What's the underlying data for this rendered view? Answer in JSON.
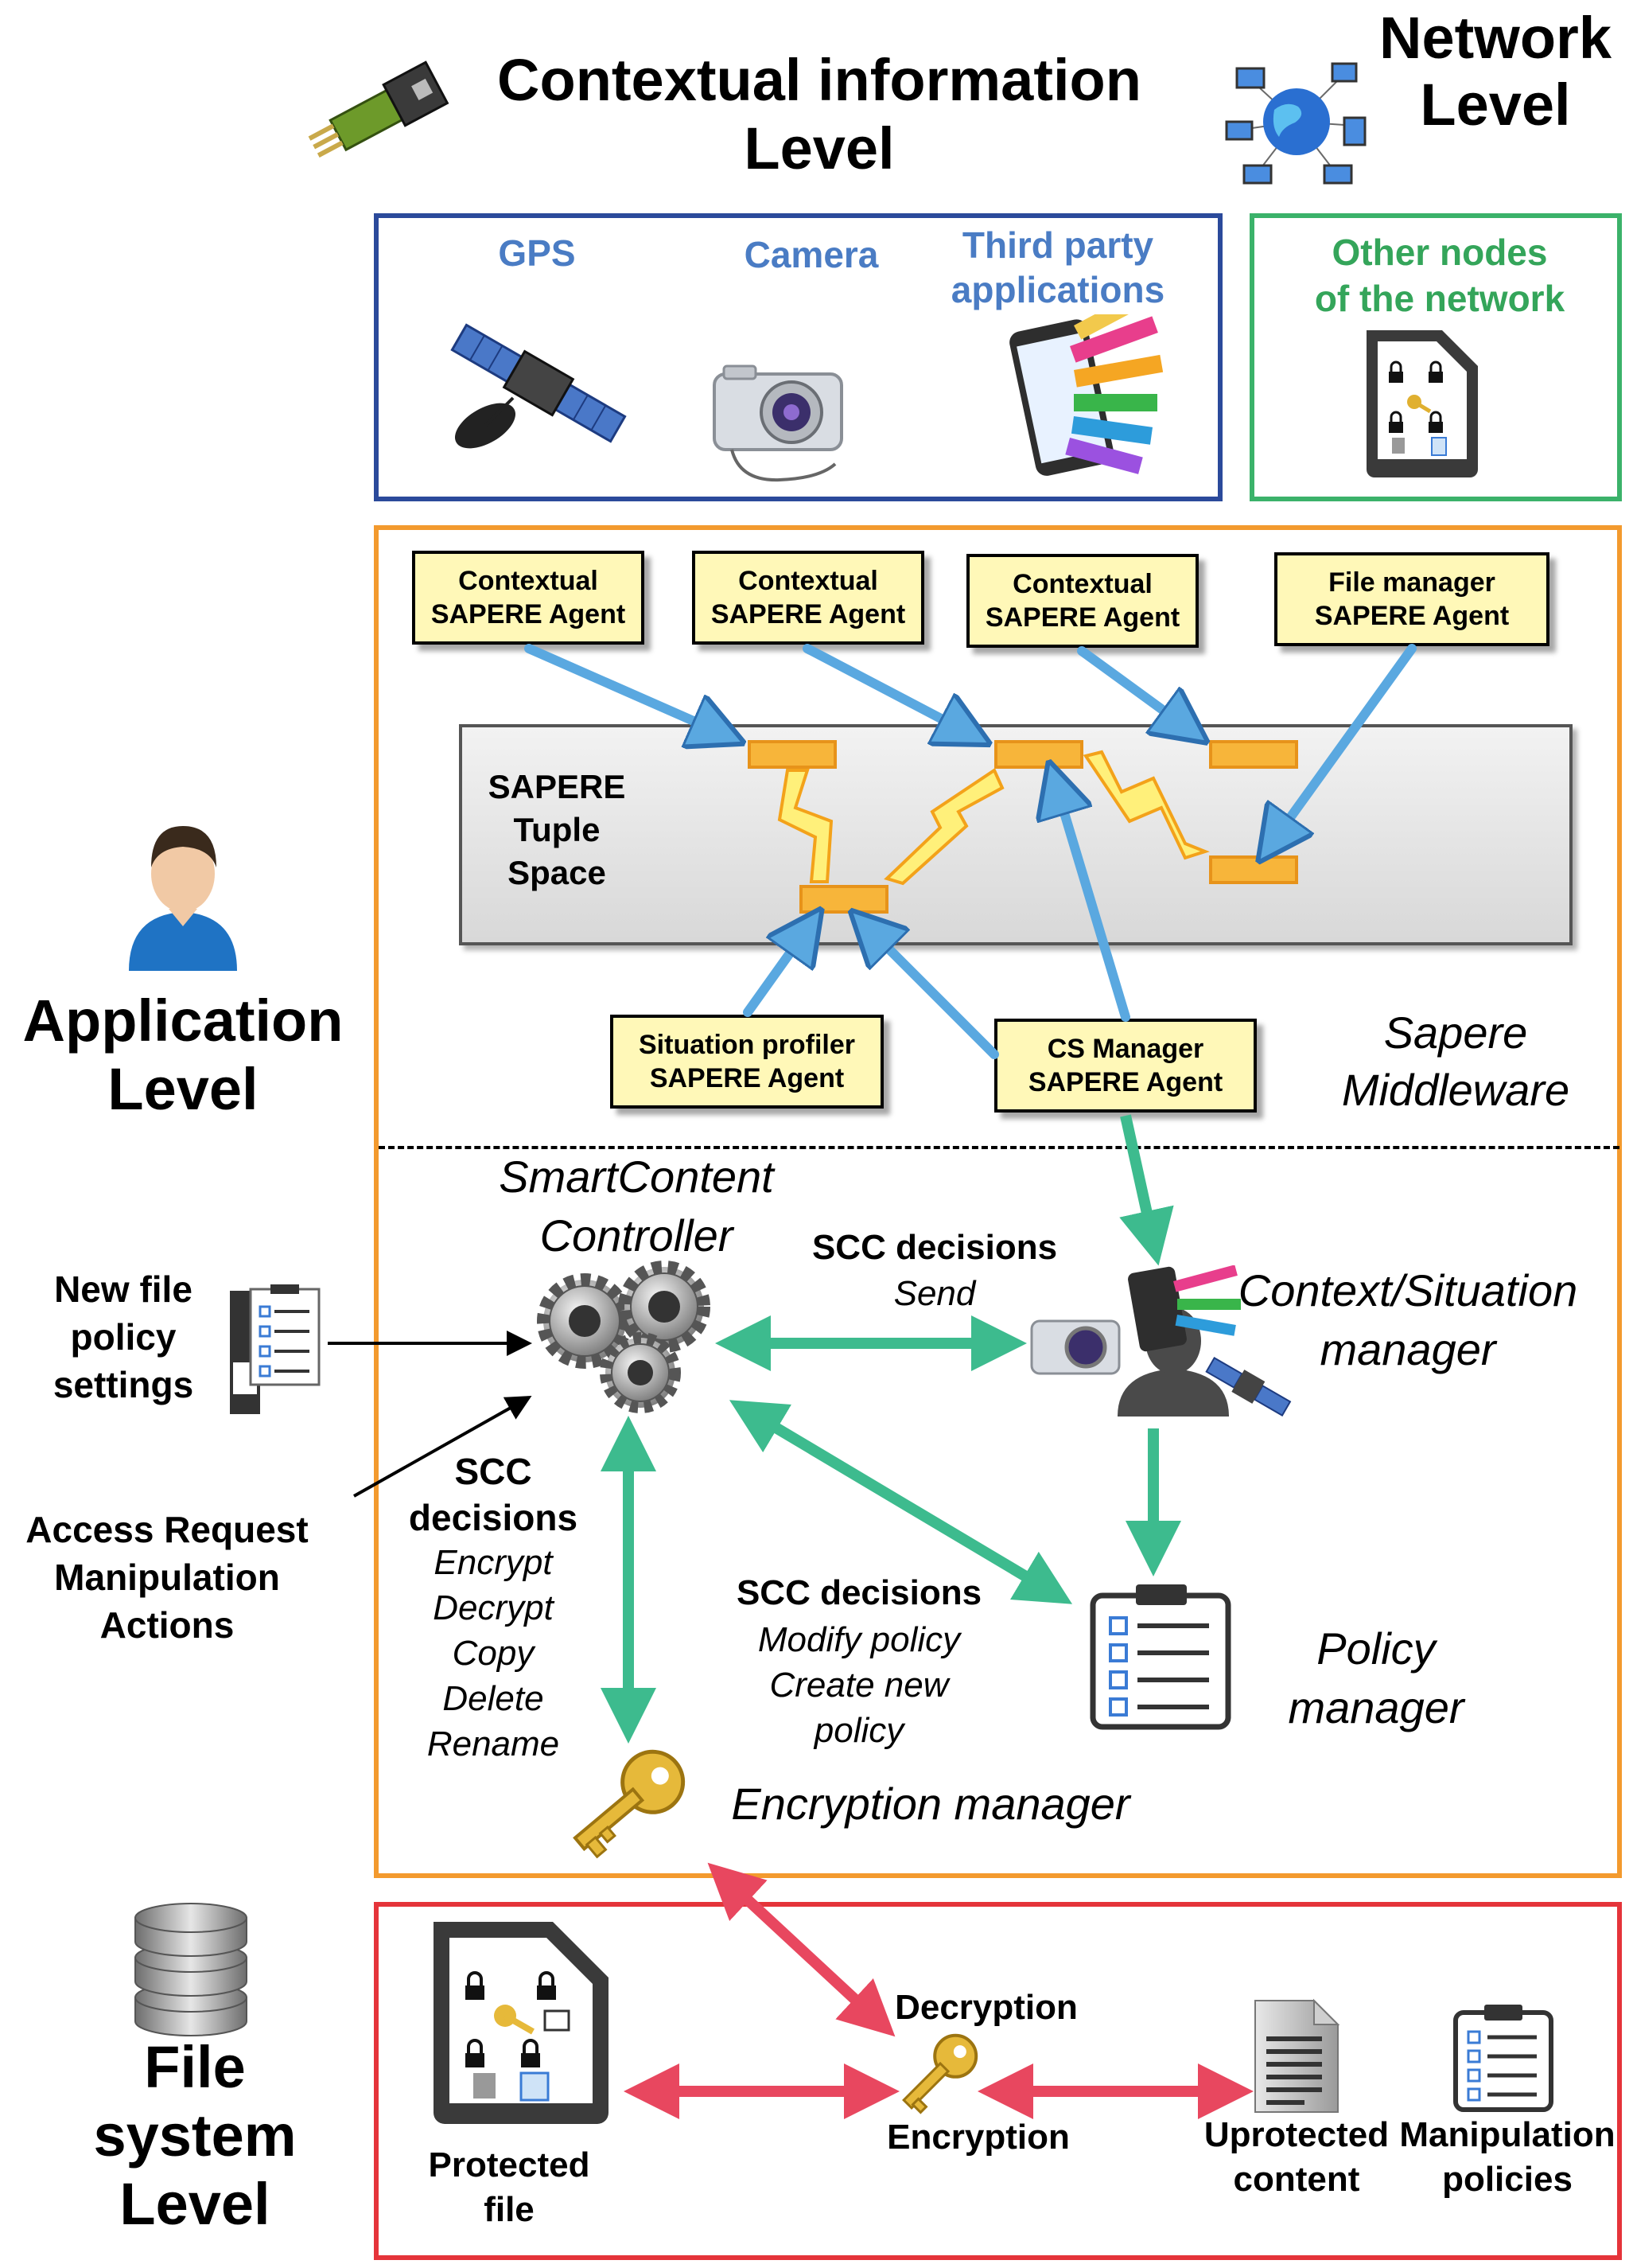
{
  "levels": {
    "contextual": "Contextual information\nLevel",
    "network": "Network\nLevel",
    "application": "Application\nLevel",
    "filesystem": "File\nsystem\nLevel"
  },
  "sources": {
    "gps": "GPS",
    "camera": "Camera",
    "third_party": "Third party\napplications",
    "other_nodes": "Other nodes\nof the network"
  },
  "middleware": {
    "tuple_space": "SAPERE\nTuple\nSpace",
    "label": "Sapere\nMiddleware",
    "agents": {
      "contextual_1": "Contextual\nSAPERE Agent",
      "contextual_2": "Contextual\nSAPERE Agent",
      "contextual_3": "Contextual\nSAPERE Agent",
      "file_manager": "File manager\nSAPERE Agent",
      "situation_profiler": "Situation profiler\nSAPERE Agent",
      "cs_manager": "CS Manager\nSAPERE Agent"
    }
  },
  "controller": {
    "title": "SmartContent\nController",
    "new_file_policy": "New file\npolicy\nsettings",
    "access_request": "Access Request\nManipulation\nActions",
    "scc_left_title": "SCC\ndecisions",
    "scc_left_items": "Encrypt\nDecrypt\nCopy\nDelete\nRename",
    "scc_send_title": "SCC decisions",
    "scc_send_item": "Send",
    "scc_policy_title": "SCC decisions",
    "scc_policy_items": "Modify policy\nCreate new\npolicy"
  },
  "managers": {
    "context_situation": "Context/Situation\nmanager",
    "policy": "Policy\nmanager",
    "encryption": "Encryption manager"
  },
  "filesystem": {
    "protected_file": "Protected\nfile",
    "decryption": "Decryption",
    "encryption": "Encryption",
    "unprotected": "Uprotected\ncontent",
    "manipulation": "Manipulation\npolicies"
  },
  "colors": {
    "blue_box": "#2b4a9b",
    "green_box": "#3bb26a",
    "orange_box": "#f39a2e",
    "red_box": "#e5343a",
    "blue_text": "#4a7cc4",
    "green_text": "#34a55a",
    "teal_arrow": "#3dbb8e",
    "blue_arrow": "#5aa8e0",
    "red_arrow": "#e8475f",
    "agent_fill": "#fff8b8",
    "tuple_fill": "#f7b53a"
  }
}
